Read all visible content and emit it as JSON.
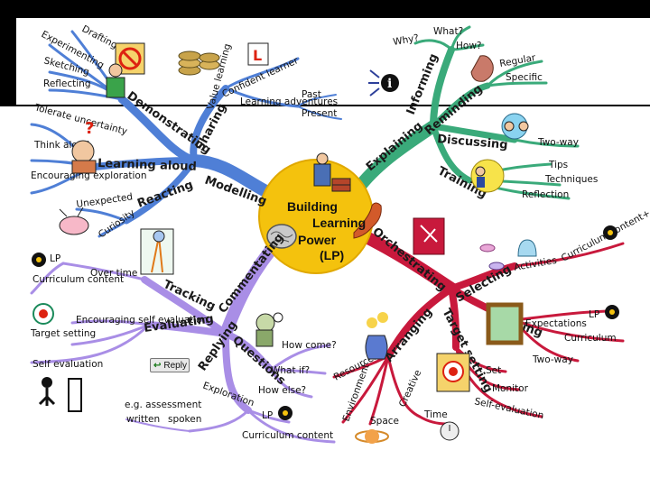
{
  "center": {
    "line1": "Building",
    "line2": "Learning",
    "line3": "Power",
    "line4": "(LP)"
  },
  "branches": {
    "modelling": "Modelling",
    "demonstrating": "Demonstrating",
    "sharing": "Sharing",
    "learning_aloud": "Learning aloud",
    "reacting": "Reacting",
    "explaining": "Explaining",
    "informing": "Informing",
    "reminding": "Reminding",
    "discussing": "Discussing",
    "training": "Training",
    "orchestrating": "Orchestrating",
    "selecting": "Selecting",
    "framing": "Framing",
    "target_setting": "Target setting",
    "arranging": "Arranging",
    "commentating": "Commentating",
    "replying": "Replying",
    "tracking": "Tracking",
    "evaluating": "Evaluating",
    "questions": "Questions"
  },
  "leaves": {
    "drafting": "Drafting",
    "experimenting": "Experimenting",
    "sketching": "Sketching",
    "reflecting": "Reflecting",
    "value_learning": "Value learning",
    "confident_learner": "Confident learner",
    "learning_adventures": "Learning adventures",
    "past": "Past",
    "present": "Present",
    "tolerate_uncertainty": "Tolerate uncertainty",
    "think_aloud": "Think aloud",
    "encouraging_exploration": "Encouraging exploration",
    "unexpected": "Unexpected",
    "curiosity": "Curiosity",
    "what": "What?",
    "why": "Why?",
    "how": "How?",
    "regular": "Regular",
    "specific": "Specific",
    "two_way_1": "Two-way",
    "tips": "Tips",
    "techniques": "Techniques",
    "reflection": "Reflection",
    "activities": "Activities",
    "curriculum_content_lp": "Curriculum content+ LP",
    "lp_framing": "LP",
    "expectations": "Expectations",
    "curriculum_framing": "Curriculum",
    "two_way_2": "Two-way",
    "set": "Set",
    "monitor": "Monitor",
    "self_evaluation_target": "Self-evaluation",
    "resources": "Resources",
    "environment": "Environment",
    "creative": "Creative",
    "space": "Space",
    "time": "Time",
    "lp_tracking": "LP",
    "curriculum_content_tracking": "Curriculum content",
    "over_time": "Over time",
    "target_setting_leaf": "Target setting",
    "encouraging_self_evaluation": "Encouraging self evaluation",
    "self_evaluation": "Self evaluation",
    "how_come": "How come?",
    "what_if": "What if?",
    "how_else": "How else?",
    "exploration": "Exploration",
    "lp_exploration": "LP",
    "curriculum_content_exploration": "Curriculum content",
    "eg_assessment": "e.g. assessment",
    "written": "written",
    "spoken": "spoken",
    "reply_button": "Reply",
    "l_plate": "L"
  },
  "colors": {
    "blue": "#4f7fd6",
    "green": "#3aaa7a",
    "red": "#c8193c",
    "purple": "#a98ee6",
    "center": "#f4c20d"
  }
}
